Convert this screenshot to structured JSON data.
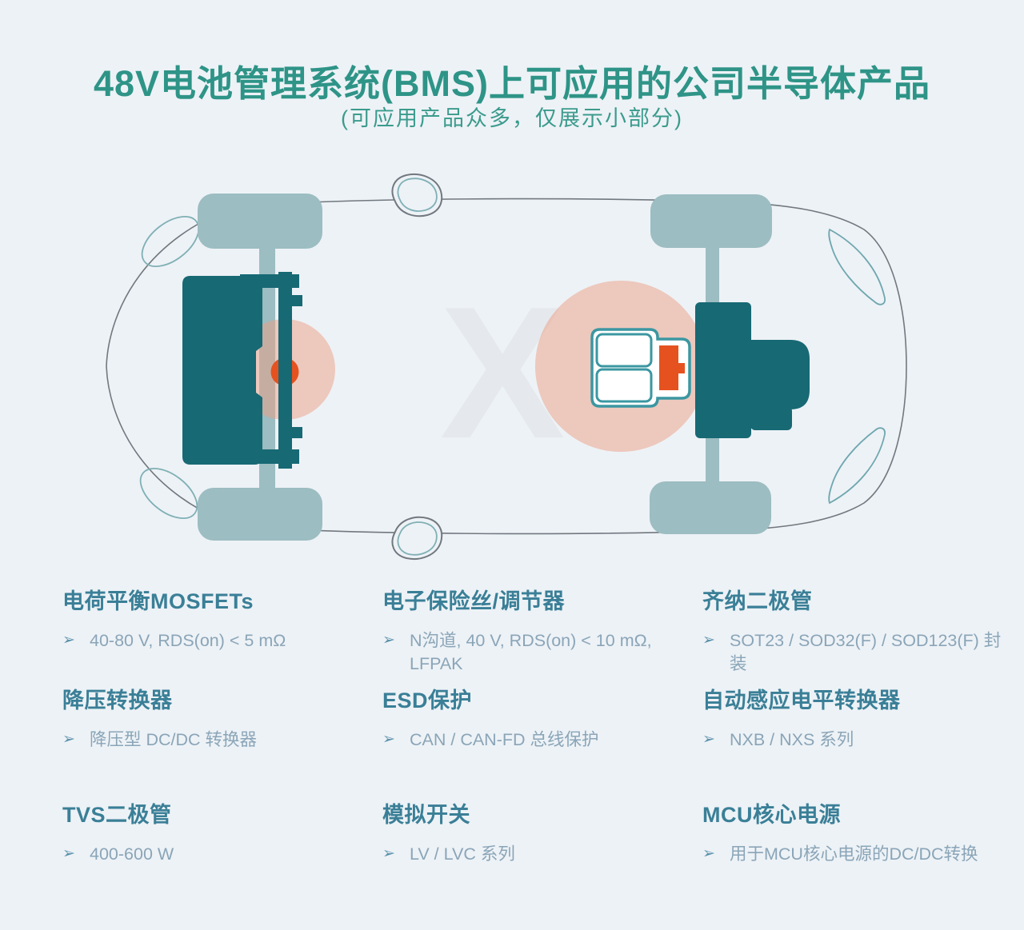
{
  "title": "48V电池管理系统(BMS)上可应用的公司半导体产品",
  "subtitle": "(可应用产品众多，仅展示小部分)",
  "watermark": "X",
  "bullet_glyph": "➢",
  "colors": {
    "background": "#EDF2F6",
    "title_teal": "#2E9487",
    "heading_teal": "#3A7F97",
    "body_text": "#8AA5B8",
    "dark_teal": "#176974",
    "wheel_teal": "#9CBDC1",
    "orange": "#E5521F",
    "salmon_highlight": "#F5CDBF",
    "outline_gray": "#71787F",
    "light_teal_outline": "#7FB0B5"
  },
  "sections": [
    {
      "heading": "电荷平衡MOSFETs",
      "items": [
        "40-80 V, RDS(on) < 5 mΩ"
      ]
    },
    {
      "heading": "电子保险丝/调节器",
      "items": [
        "N沟道, 40 V, RDS(on) < 10 mΩ, LFPAK"
      ]
    },
    {
      "heading": "齐纳二极管",
      "items": [
        "SOT23 / SOD32(F) / SOD123(F) 封装"
      ]
    },
    {
      "heading": "降压转换器",
      "items": [
        "降压型 DC/DC 转换器"
      ]
    },
    {
      "heading": "ESD保护",
      "items": [
        "CAN / CAN-FD 总线保护"
      ]
    },
    {
      "heading": "自动感应电平转换器",
      "items": [
        "NXB / NXS 系列"
      ]
    },
    {
      "heading": "TVS二极管",
      "items": [
        "400-600 W"
      ]
    },
    {
      "heading": "模拟开关",
      "items": [
        "LV / LVC 系列"
      ]
    },
    {
      "heading": "MCU核心电源",
      "items": [
        "用于MCU核心电源的DC/DC转换"
      ]
    }
  ]
}
